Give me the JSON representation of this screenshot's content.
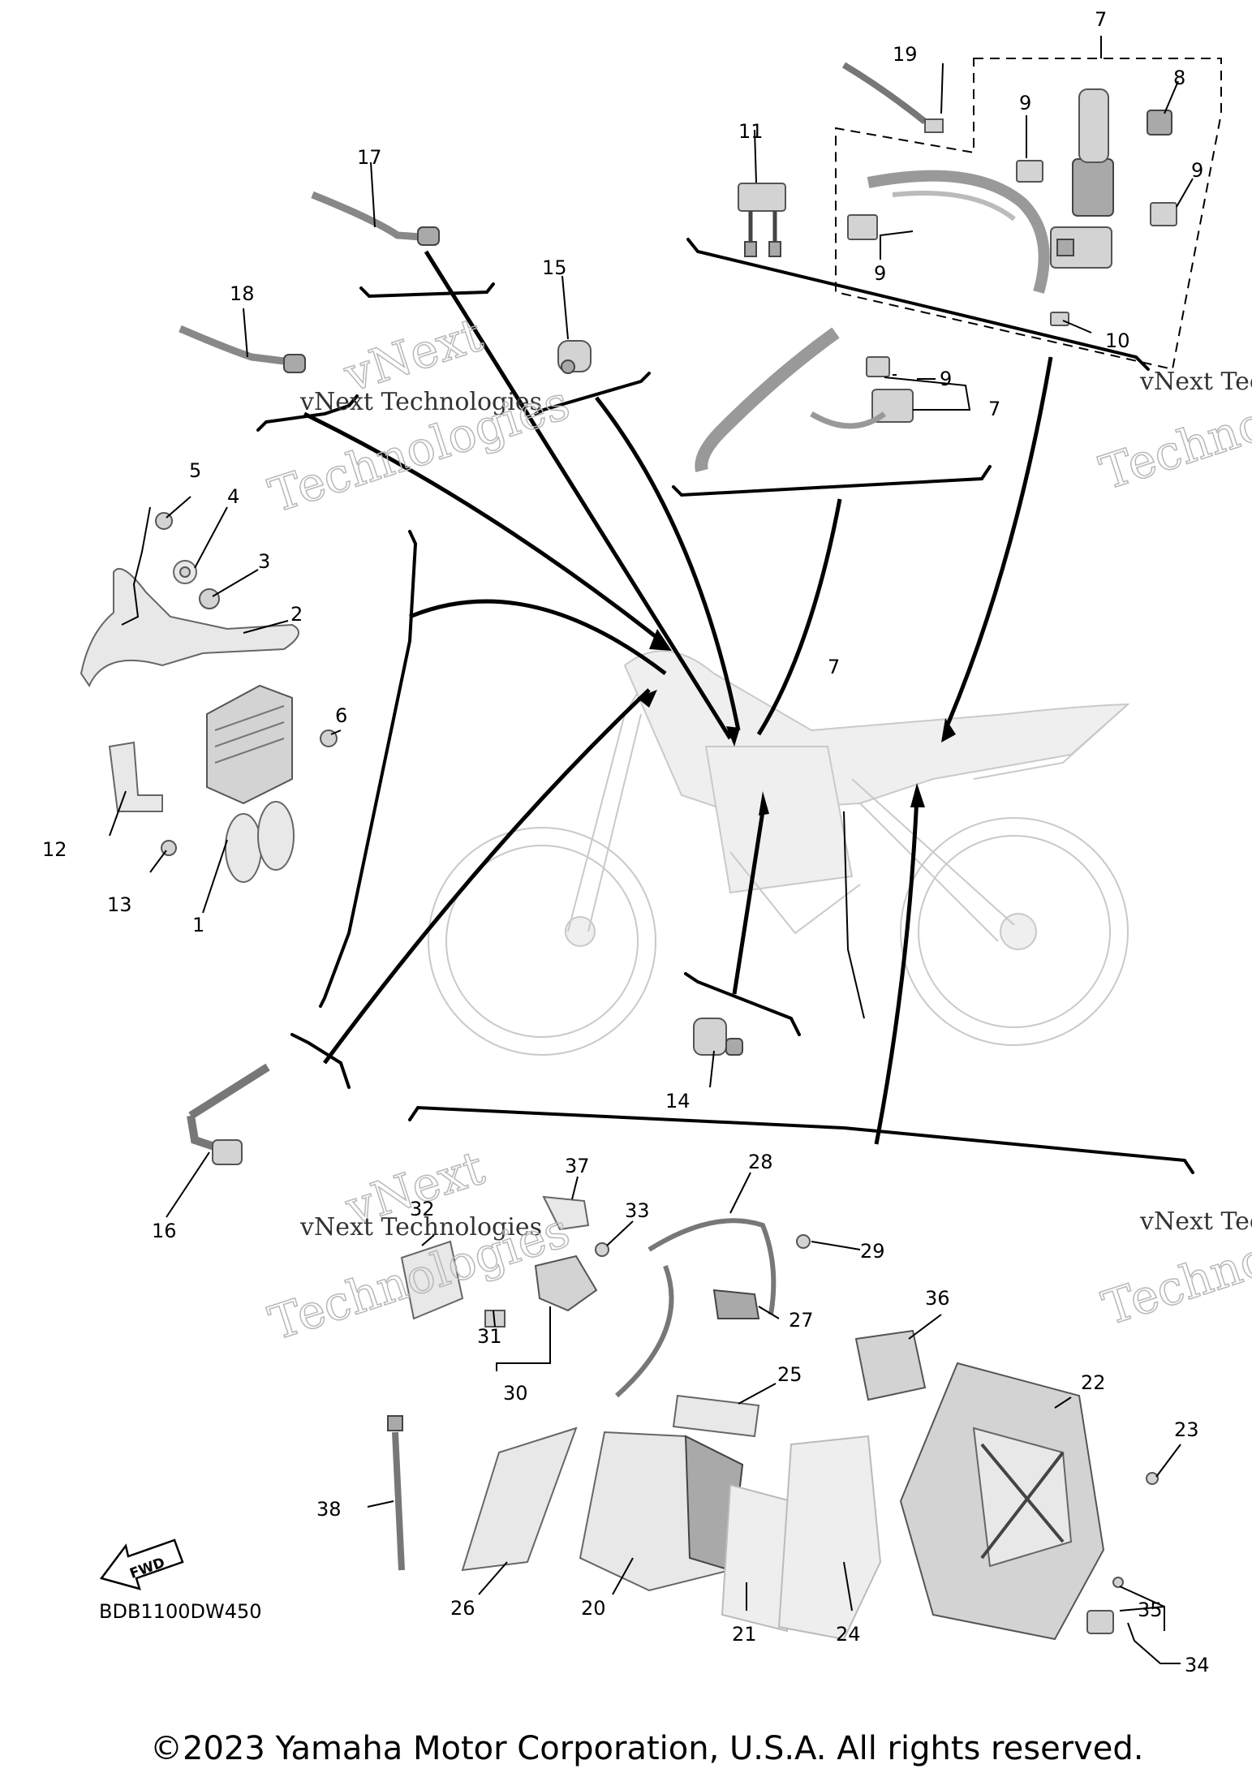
{
  "diagram": {
    "code": "BDB1100DW450",
    "fwd_label": "FWD",
    "watermark_line1": "vNext",
    "watermark_line2": "vNext Technologies",
    "watermark_line3": "Technologies",
    "watermark_edge1": "vNext Tec",
    "watermark_edge2": "Techno",
    "copyright": "©2023 Yamaha Motor Corporation, U.S.A. All rights reserved.",
    "callouts": {
      "c1": "1",
      "c2": "2",
      "c3": "3",
      "c4": "4",
      "c5": "5",
      "c6": "6",
      "c7a": "7",
      "c7b": "7",
      "c7c": "7",
      "c8": "8",
      "c9a": "9",
      "c9b": "9",
      "c9c": "9",
      "c9d": "9",
      "c10": "10",
      "c11": "11",
      "c12": "12",
      "c13": "13",
      "c14": "14",
      "c15": "15",
      "c16": "16",
      "c17": "17",
      "c18": "18",
      "c19": "19",
      "c20": "20",
      "c21": "21",
      "c22": "22",
      "c23": "23",
      "c24": "24",
      "c25": "25",
      "c26": "26",
      "c27": "27",
      "c28": "28",
      "c29": "29",
      "c30": "30",
      "c31": "31",
      "c32": "32",
      "c33": "33",
      "c34": "34",
      "c35": "35",
      "c36": "36",
      "c37": "37",
      "c38": "38"
    }
  }
}
